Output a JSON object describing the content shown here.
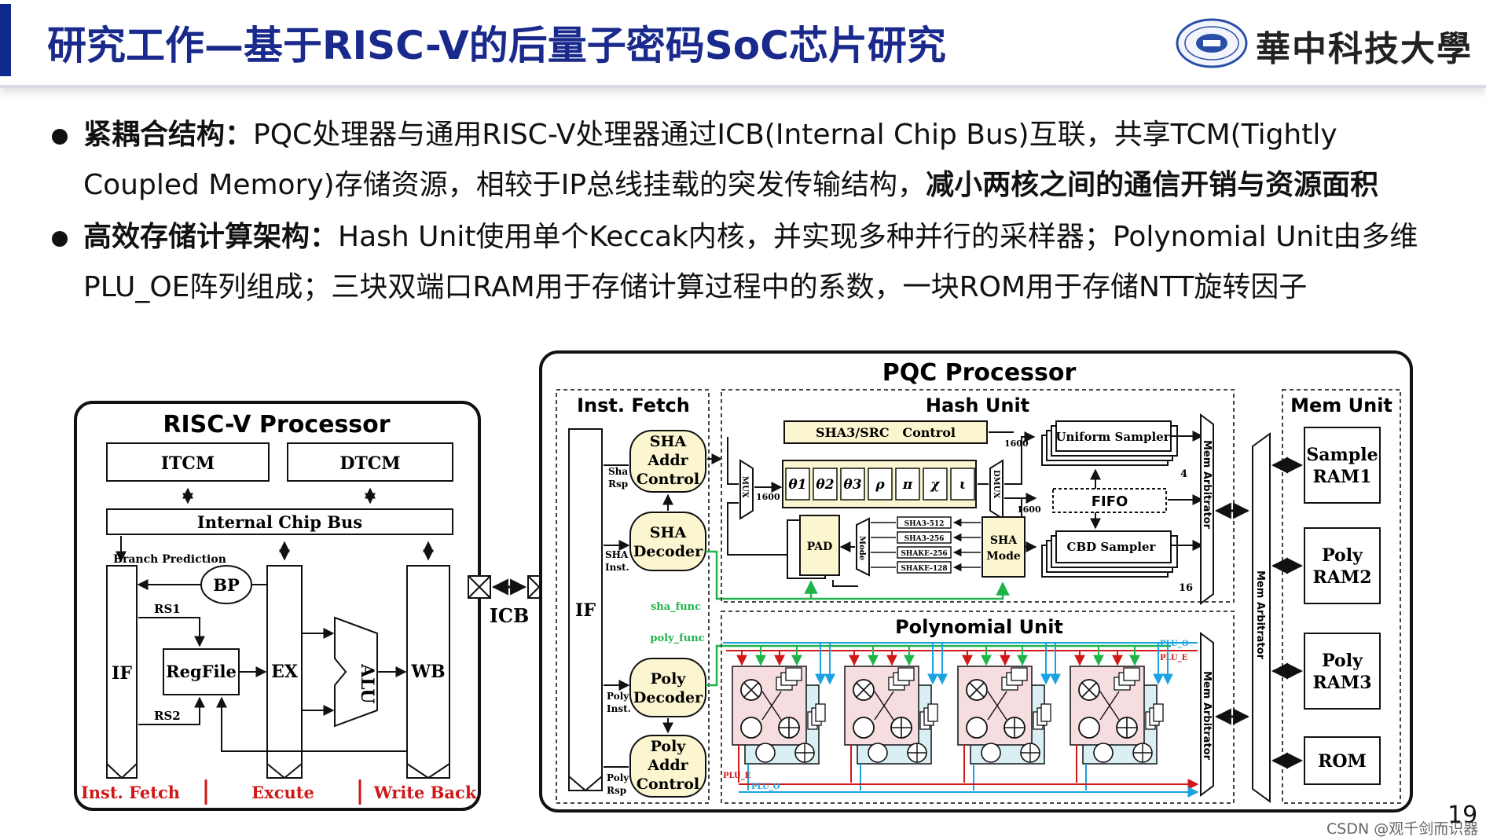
{
  "header": {
    "title": "研究工作—基于RISC-V的后量子密码SoC芯片研究",
    "university": "華中科技大學"
  },
  "bullets": [
    {
      "lead": "紧耦合结构：",
      "text": "PQC处理器与通用RISC-V处理器通过ICB(Internal Chip Bus)互联，共享TCM(Tightly Coupled Memory)存储资源，相较于IP总线挂载的突发传输结构，",
      "emph": "减小两核之间的通信开销与资源面积"
    },
    {
      "lead": "高效存储计算架构：",
      "text": "Hash Unit使用单个Keccak内核，并实现多种并行的采样器；Polynomial Unit由多维PLU_OE阵列组成；三块双端口RAM用于存储计算过程中的系数，一块ROM用于存储NTT旋转因子"
    }
  ],
  "riscv": {
    "title": "RISC-V Processor",
    "itcm": "ITCM",
    "dtcm": "DTCM",
    "bus": "Internal Chip Bus",
    "branch_prediction": "Branch Prediction",
    "bp": "BP",
    "rs1": "RS1",
    "rs2": "RS2",
    "regfile": "RegFile",
    "if": "IF",
    "ex": "EX",
    "alu": "ALU",
    "wb": "WB",
    "stage_fetch": "Inst. Fetch",
    "stage_exec": "Excute",
    "stage_wb": "Write Back"
  },
  "icb_label": "ICB",
  "pqc": {
    "title": "PQC Processor",
    "inst_fetch": "Inst. Fetch",
    "if": "IF",
    "sha_addr": [
      "SHA",
      "Addr",
      "Control"
    ],
    "sha_decoder": [
      "SHA",
      "Decoder"
    ],
    "poly_decoder": [
      "Poly",
      "Decoder"
    ],
    "poly_addr": [
      "Poly",
      "Addr",
      "Control"
    ],
    "sha_rsp": [
      "Sha",
      "Rsp"
    ],
    "sha_inst": [
      "SHA",
      "Inst."
    ],
    "poly_inst": [
      "Poly",
      "Inst."
    ],
    "poly_rsp": [
      "Poly",
      "Rsp"
    ],
    "sha_func": "sha_func",
    "poly_func": "poly_func",
    "hash_unit": "Hash Unit",
    "sha3_control": "SHA3/SRC   Control",
    "mux": "MUX",
    "dmux": "DMUX",
    "n1600a": "1600",
    "n1600b": "1600",
    "n1600c": "1600",
    "keccak_steps": [
      "θ1",
      "θ2",
      "θ3",
      "ρ",
      "π",
      "χ",
      "ι"
    ],
    "uniform_sampler": "Uniform Sampler",
    "fifo": "FIFO",
    "cbd_sampler": "CBD Sampler",
    "n4": "4",
    "n16": "16",
    "pad": "PAD",
    "mode": "Mode",
    "sha_modes": [
      "SHA3-512",
      "SHA3-256",
      "SHAKE-256",
      "SHAKE-128"
    ],
    "sha_mode": [
      "SHA",
      "Mode"
    ],
    "poly_unit": "Polynomial Unit",
    "plu_o": "PLU_O",
    "plu_e": "PLU_E",
    "mem_arbitrator": "Mem Arbitrator",
    "mem_unit": "Mem Unit",
    "mems": [
      [
        "Sample",
        "RAM1"
      ],
      [
        "Poly",
        "RAM2"
      ],
      [
        "Poly",
        "RAM3"
      ],
      [
        "ROM"
      ]
    ]
  },
  "page_number": "19",
  "watermark": "CSDN @观千剑而识器",
  "colors": {
    "title": "#1a2a8c",
    "accent": "#0e2a8c",
    "module_fill": "#fbf6cf",
    "stage_red": "#d01818",
    "green": "#1fb34a",
    "blue": "#1aa2e0",
    "pink": "#f6dde0",
    "cyan": "#d9eff4"
  }
}
